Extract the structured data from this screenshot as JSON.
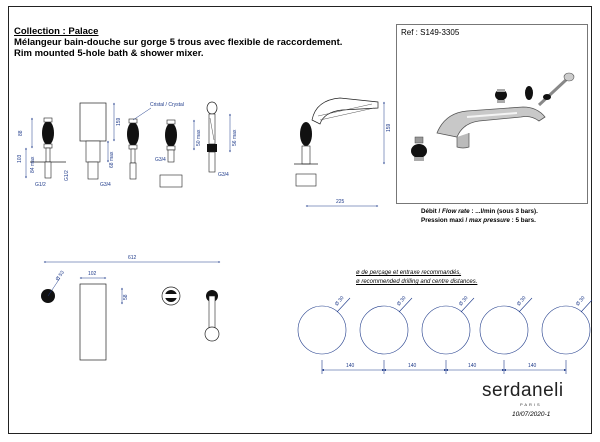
{
  "header": {
    "collection": "Collection : Palace",
    "title_fr": "Mélangeur bain-douche sur gorge 5 trous avec flexible de raccordement.",
    "title_en": "Rim mounted 5-hole bath & shower mixer."
  },
  "reference": "Ref : S149-3305",
  "specs": {
    "flow_label": "Débit / ",
    "flow_label_en": "Flow rate",
    "flow_value": " : ...l/min (sous 3 bars).",
    "pressure_label": "Pression maxi / ",
    "pressure_label_en": "max pressure",
    "pressure_value": " : 5 bars."
  },
  "drilling_note": {
    "fr": "ø de perçage et entraxe recommandés,",
    "en": "ø recommended drilling and centre distances."
  },
  "dimensions": {
    "crystal_label": "Cristal / Crystal",
    "handle_height": "88",
    "under_deck_max": "84 max",
    "body_total": "103",
    "spout_height": "159",
    "under_spout_max": "68 max",
    "thread_g12": "G1/2",
    "thread_g12b": "G1/2",
    "thread_g34": "G3/4",
    "thread_g34b": "G3/4",
    "thread_g34c": "G3/4",
    "valve_max_50": "50 max",
    "valve_max_56": "56 max",
    "side_height": "159",
    "side_depth": "225",
    "plan_width": "612",
    "plan_spout": "102",
    "plan_handle_dia": "Ø 53",
    "plan_small": "58",
    "hole_dia": "Ø 30",
    "hole_spacing": "140"
  },
  "brand": {
    "name": "serdaneli",
    "sub": "PARIS"
  },
  "date": "10/07/2020-1"
}
